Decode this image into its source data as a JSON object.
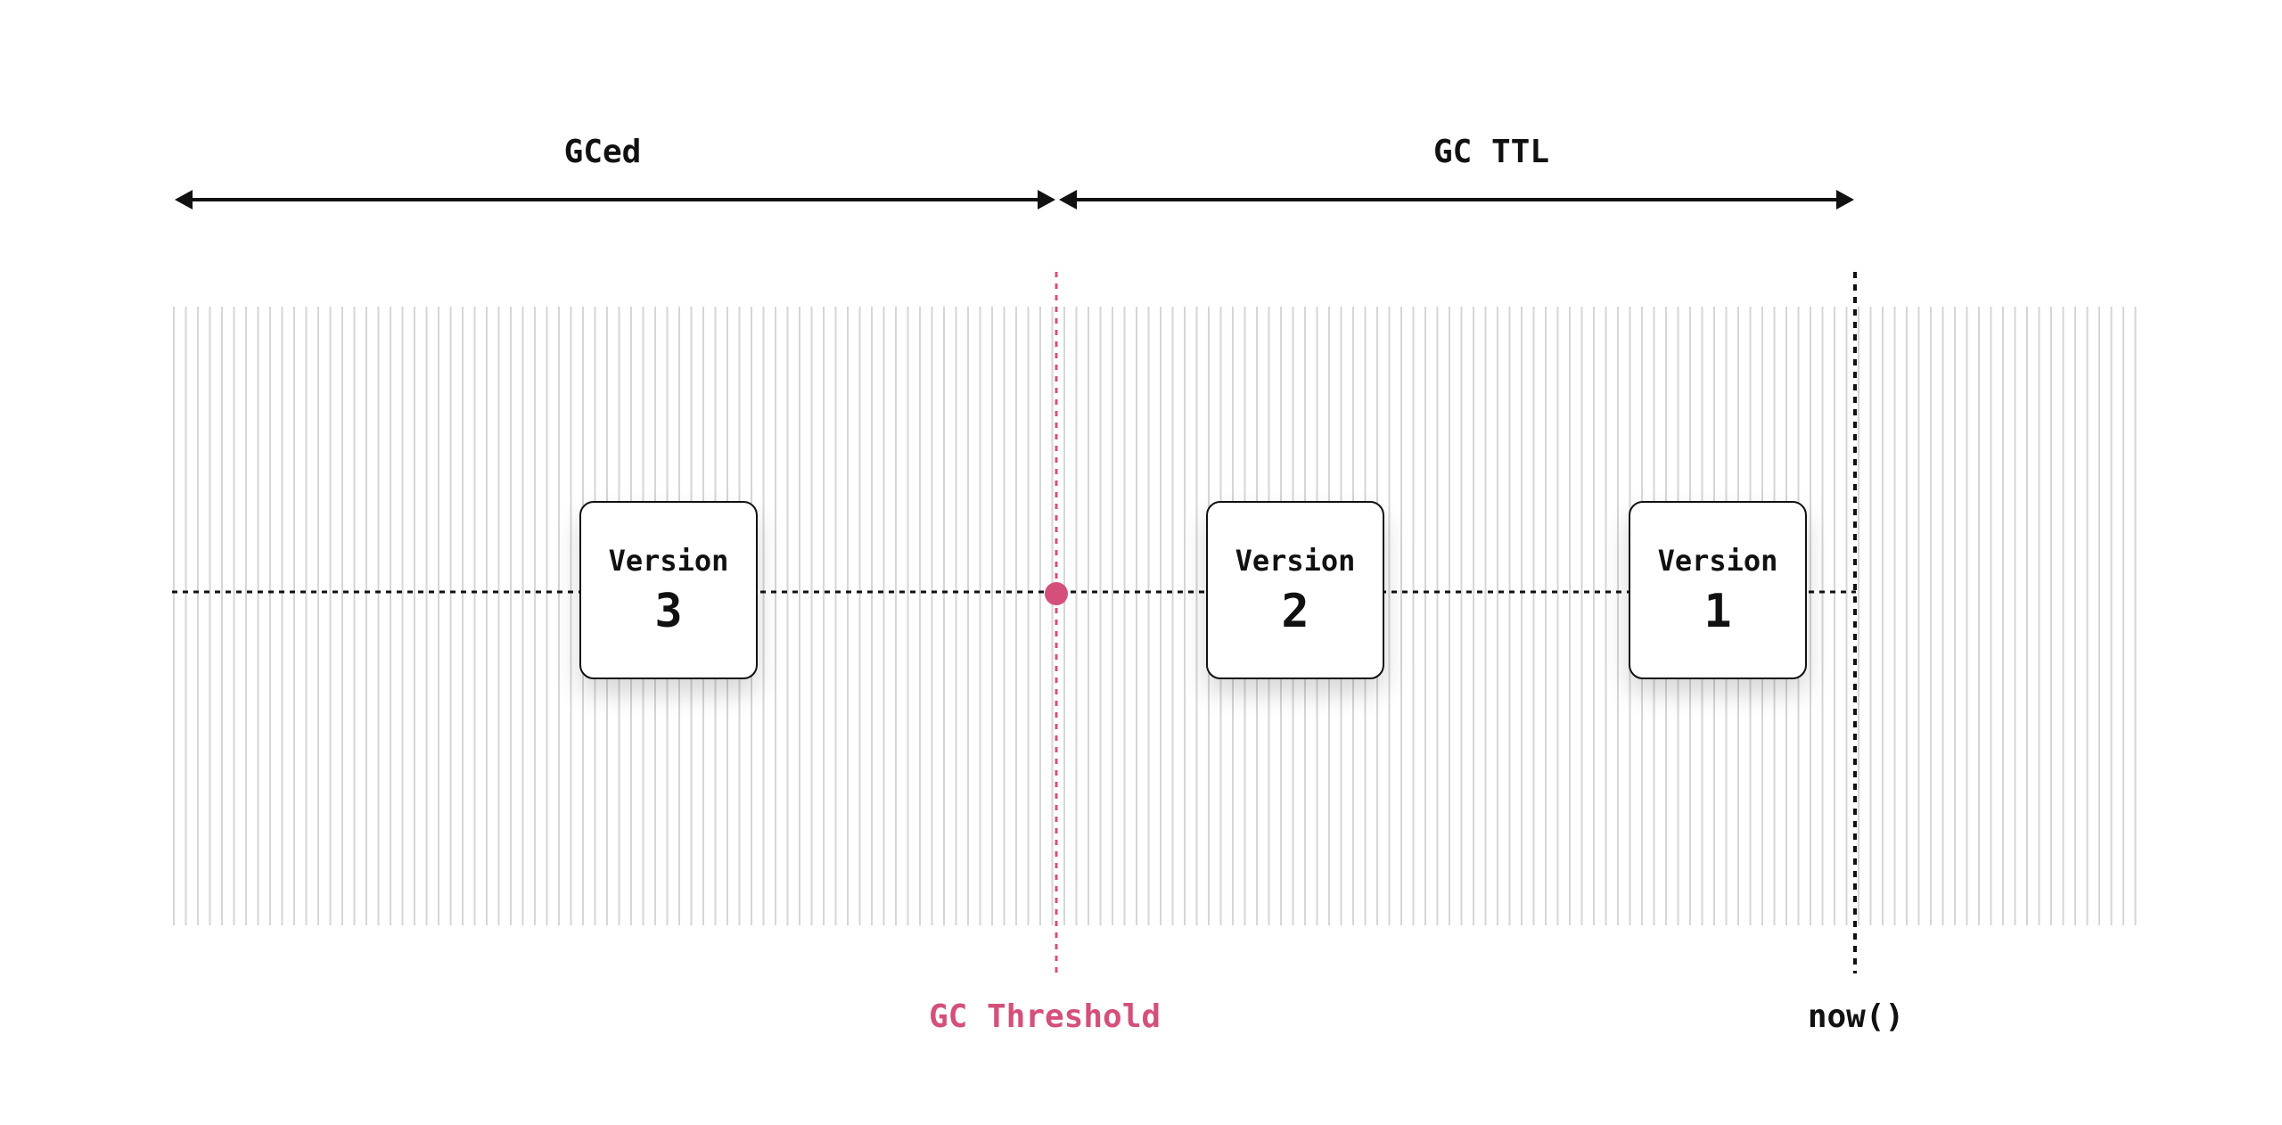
{
  "labels": {
    "gced": "GCed",
    "gc_ttl": "GC TTL",
    "gc_threshold": "GC Threshold",
    "now": "now()"
  },
  "versions": [
    {
      "label": "Version",
      "number": "3"
    },
    {
      "label": "Version",
      "number": "2"
    },
    {
      "label": "Version",
      "number": "1"
    }
  ],
  "colors": {
    "accent": "#d4507a",
    "line": "#111111",
    "grid": "#d6d6d6"
  }
}
